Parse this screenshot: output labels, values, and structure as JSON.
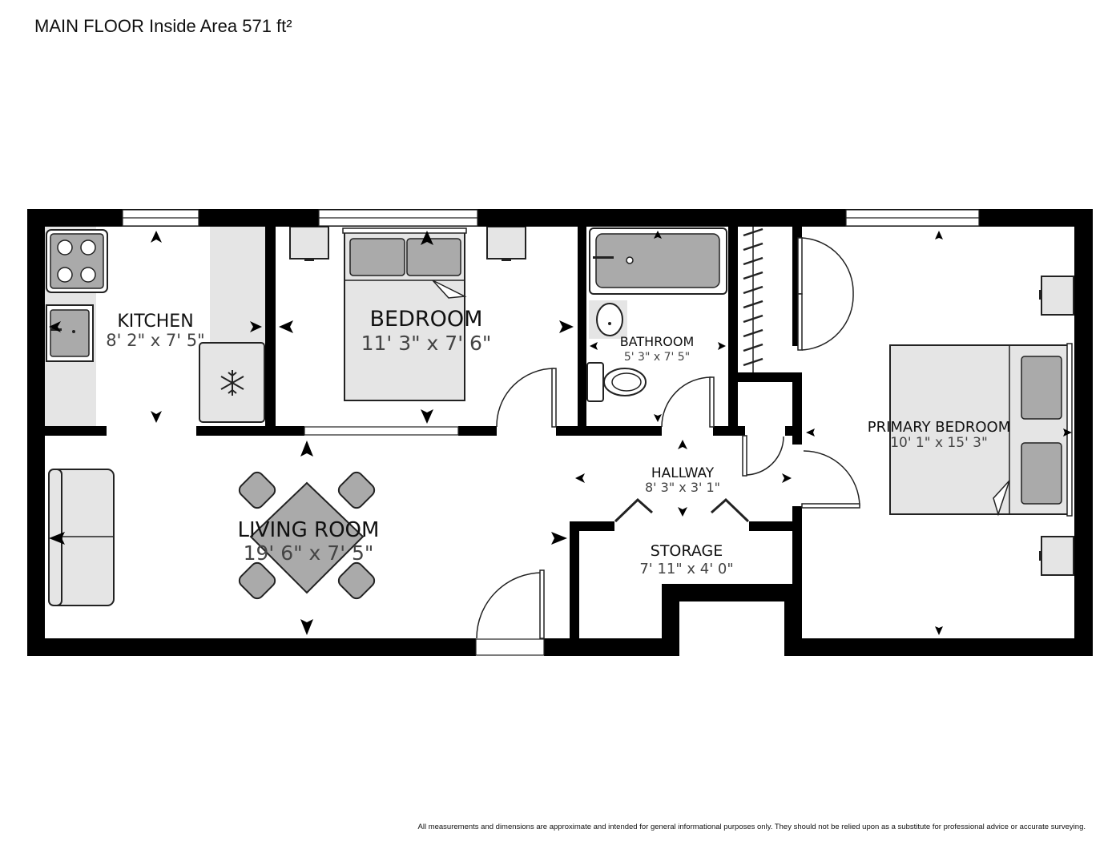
{
  "header": {
    "floor_label": "MAIN FLOOR",
    "area_label": "Inside Area",
    "area_value": "571 ft²"
  },
  "rooms": {
    "kitchen": {
      "name": "KITCHEN",
      "dims": "8' 2\" x 7' 5\""
    },
    "bedroom": {
      "name": "BEDROOM",
      "dims": "11' 3\" x 7' 6\""
    },
    "bathroom": {
      "name": "BATHROOM",
      "dims": "5' 3\" x 7' 5\""
    },
    "primary_bedroom": {
      "name": "PRIMARY BEDROOM",
      "dims": "10' 1\" x 15' 3\""
    },
    "hallway": {
      "name": "HALLWAY",
      "dims": "8' 3\" x 3' 1\""
    },
    "living_room": {
      "name": "LIVING ROOM",
      "dims": "19' 6\" x 7' 5\""
    },
    "storage": {
      "name": "STORAGE",
      "dims": "7' 11\" x 4' 0\""
    }
  },
  "footer": {
    "disclaimer": "All measurements and dimensions are approximate and intended for general informational purposes only. They should not be relied upon as a substitute for professional advice or accurate surveying."
  },
  "colors": {
    "wall": "#000000",
    "fixture_fill": "#e5e5e5",
    "fixture_dark": "#aaaaaa",
    "background": "#ffffff"
  },
  "icons": [
    "snowflake-icon",
    "stove-icon",
    "sink-icon",
    "bathtub-icon",
    "toilet-icon",
    "bed-icon",
    "sofa-icon",
    "dining-table-icon",
    "door-swing-icon",
    "window-icon",
    "closet-icon"
  ]
}
